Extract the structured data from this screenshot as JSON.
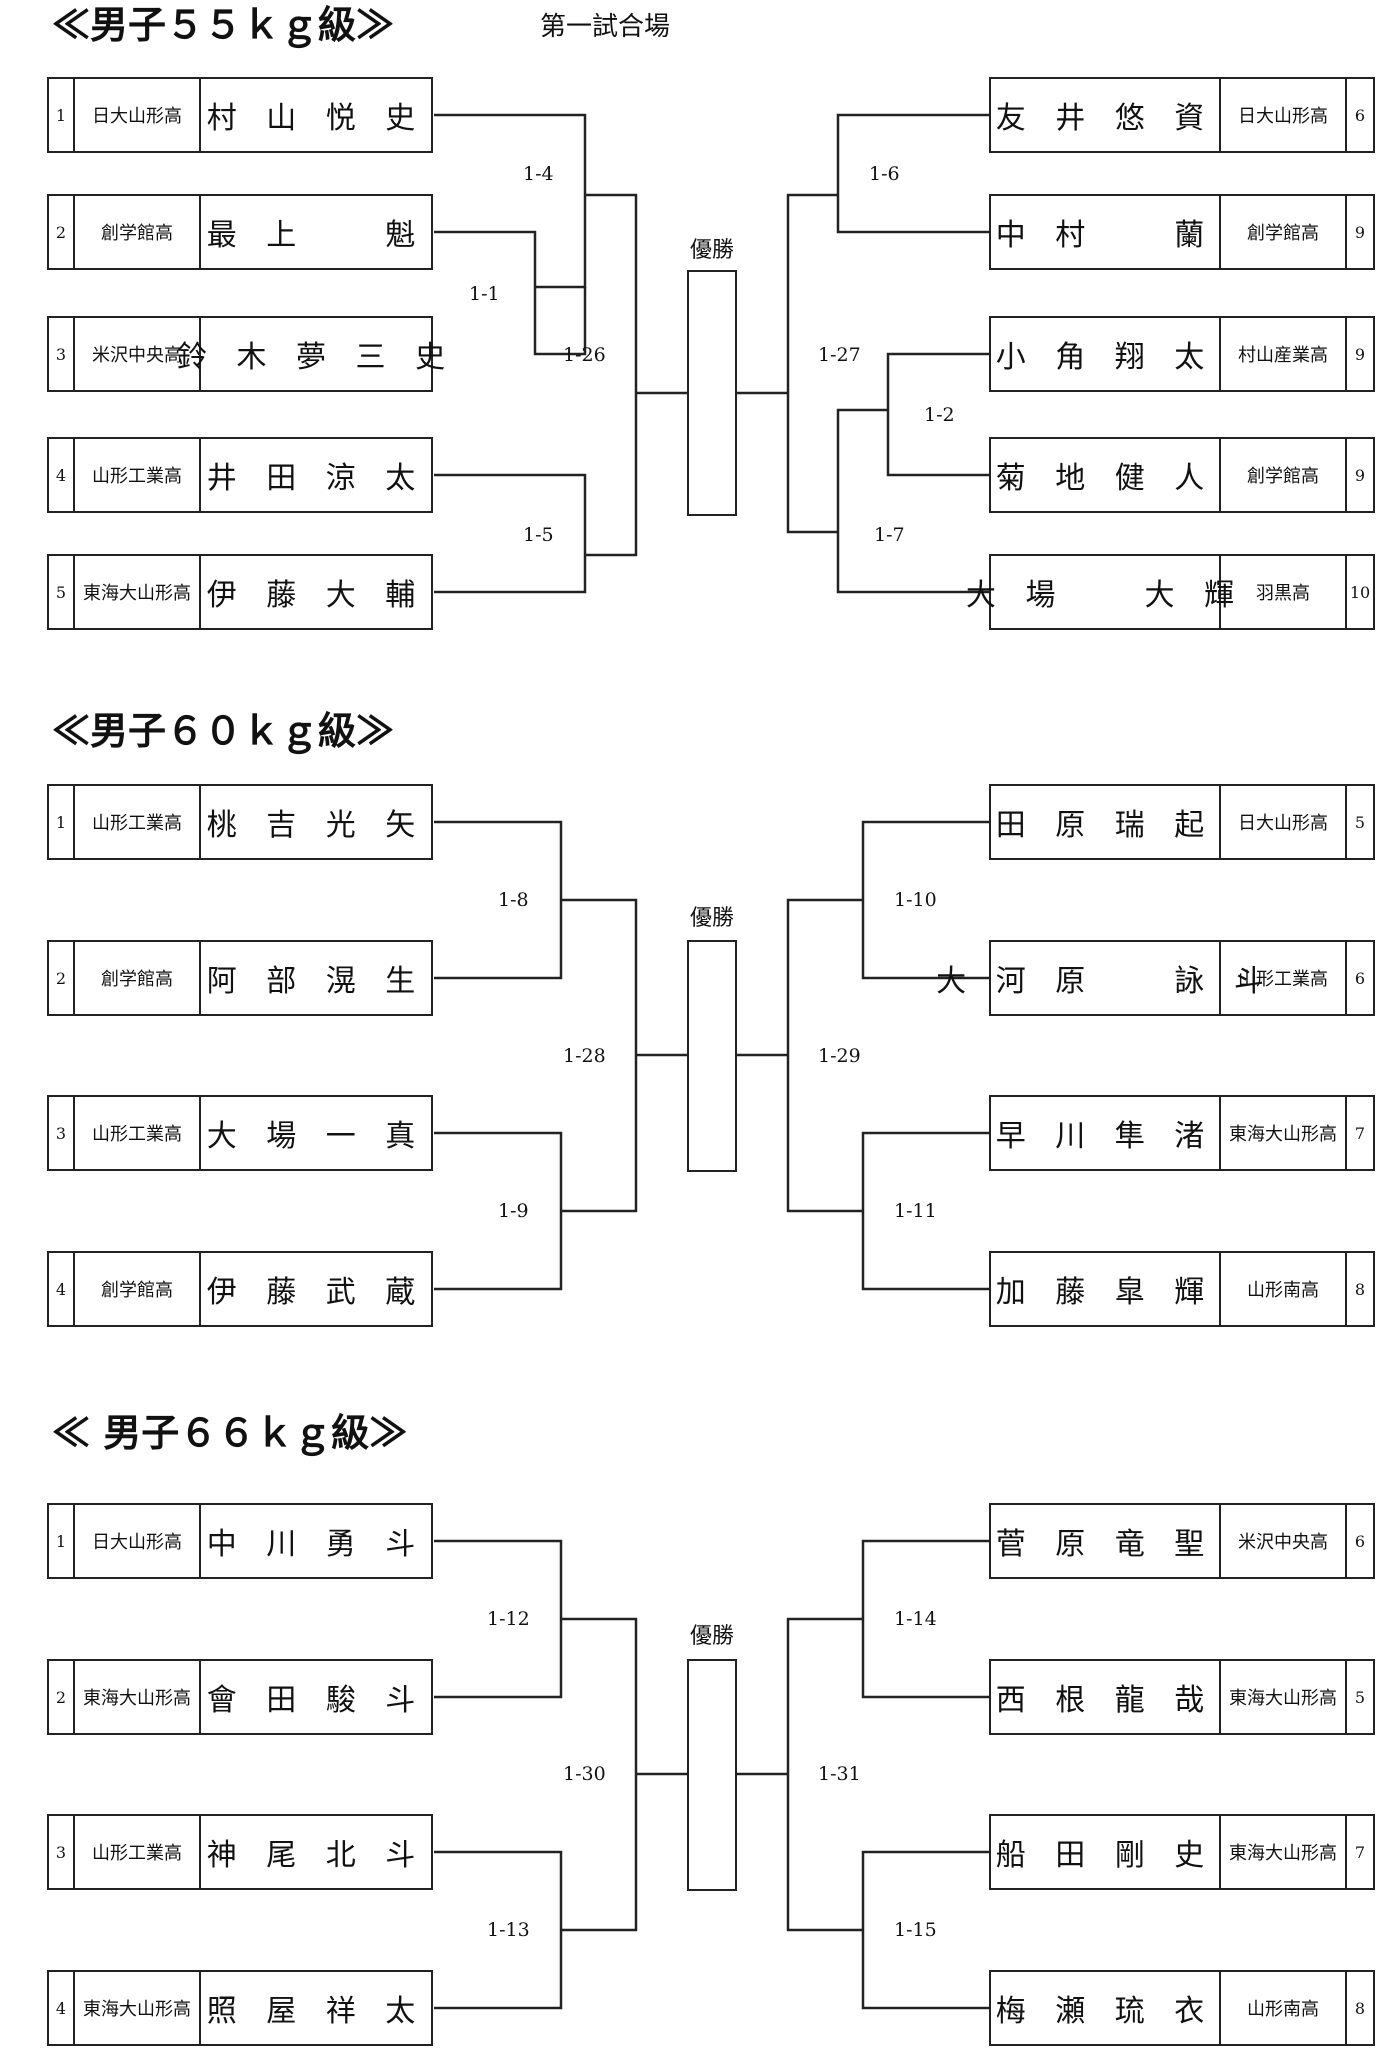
{
  "brackets": [
    {
      "title": "≪男子５５ｋｇ級≫",
      "venue": "第一試合場",
      "winner_label": "優勝",
      "left": [
        {
          "seed": "1",
          "school": "日大山形高",
          "name": "村 山 悦 史"
        },
        {
          "seed": "2",
          "school": "創学館高",
          "name": "最 上 　 魁"
        },
        {
          "seed": "3",
          "school": "米沢中央高",
          "name": "鈴 木 夢 三 史"
        },
        {
          "seed": "4",
          "school": "山形工業高",
          "name": "井 田 涼 太"
        },
        {
          "seed": "5",
          "school": "東海大山形高",
          "name": "伊 藤 大 輔"
        }
      ],
      "right": [
        {
          "name": "友 井 悠 資",
          "school": "日大山形高",
          "seed": "6"
        },
        {
          "name": "中 村 　 蘭",
          "school": "創学館高",
          "seed": "9"
        },
        {
          "name": "小 角 翔 太",
          "school": "村山産業高",
          "seed": "9"
        },
        {
          "name": "菊 地 健 人",
          "school": "創学館高",
          "seed": "9"
        },
        {
          "name": "大 場 　 大 輝",
          "school": "羽黒高",
          "seed": "10"
        }
      ],
      "matches": [
        "1-1",
        "1-4",
        "1-5",
        "1-26",
        "1-6",
        "1-2",
        "1-7",
        "1-27"
      ]
    },
    {
      "title": "≪男子６０ｋｇ級≫",
      "winner_label": "優勝",
      "left": [
        {
          "seed": "1",
          "school": "山形工業高",
          "name": "桃 吉 光 矢"
        },
        {
          "seed": "2",
          "school": "創学館高",
          "name": "阿 部 滉 生"
        },
        {
          "seed": "3",
          "school": "山形工業高",
          "name": "大 場 一 真"
        },
        {
          "seed": "4",
          "school": "創学館高",
          "name": "伊 藤 武 蔵"
        }
      ],
      "right": [
        {
          "name": "田 原 瑞 起",
          "school": "日大山形高",
          "seed": "5"
        },
        {
          "name": "大 河 原 　 詠 斗",
          "school": "山形工業高",
          "seed": "6"
        },
        {
          "name": "早 川 隼 渚",
          "school": "東海大山形高",
          "seed": "7"
        },
        {
          "name": "加 藤 皐 輝",
          "school": "山形南高",
          "seed": "8"
        }
      ],
      "matches": [
        "1-8",
        "1-9",
        "1-28",
        "1-10",
        "1-11",
        "1-29"
      ]
    },
    {
      "title": "≪ 男子６６ｋｇ級≫",
      "winner_label": "優勝",
      "left": [
        {
          "seed": "1",
          "school": "日大山形高",
          "name": "中 川 勇 斗"
        },
        {
          "seed": "2",
          "school": "東海大山形高",
          "name": "會 田 駿 斗"
        },
        {
          "seed": "3",
          "school": "山形工業高",
          "name": "神 尾 北 斗"
        },
        {
          "seed": "4",
          "school": "東海大山形高",
          "name": "照 屋 祥 太"
        }
      ],
      "right": [
        {
          "name": "菅 原 竜 聖",
          "school": "米沢中央高",
          "seed": "6"
        },
        {
          "name": "西 根 龍 哉",
          "school": "東海大山形高",
          "seed": "5"
        },
        {
          "name": "船 田 剛 史",
          "school": "東海大山形高",
          "seed": "7"
        },
        {
          "name": "梅 瀬 琉 衣",
          "school": "山形南高",
          "seed": "8"
        }
      ],
      "matches": [
        "1-12",
        "1-13",
        "1-30",
        "1-14",
        "1-15",
        "1-31"
      ]
    }
  ]
}
